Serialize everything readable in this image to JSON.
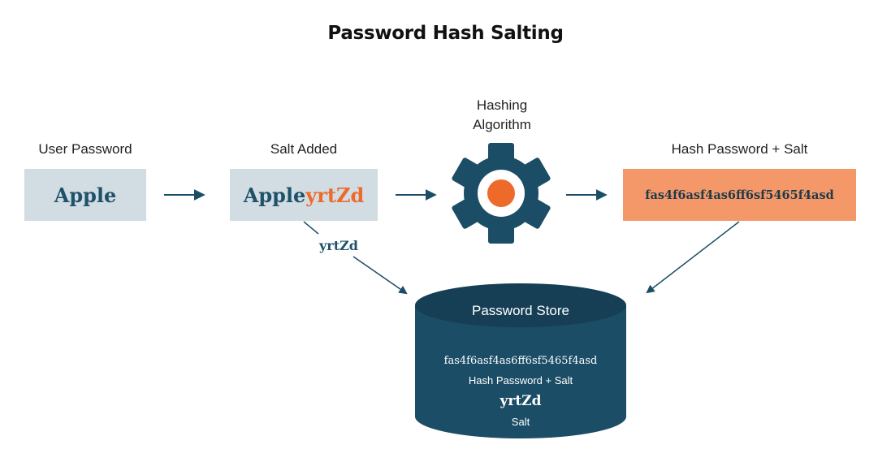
{
  "title": "Password Hash Salting",
  "steps": {
    "user_password": {
      "label": "User Password",
      "value": "Apple"
    },
    "salt_added": {
      "label": "Salt Added",
      "value_base": "Apple",
      "value_salt": "yrtZd"
    },
    "hashing": {
      "label_line1": "Hashing",
      "label_line2": "Algorithm"
    },
    "hash_output": {
      "label": "Hash Password + Salt",
      "value": "fas4f6asf4as6ff6sf5465f4asd"
    }
  },
  "salt_branch": {
    "value": "yrtZd"
  },
  "store": {
    "title": "Password Store",
    "hash_value": "fas4f6asf4as6ff6sf5465f4asd",
    "hash_label": "Hash Password + Salt",
    "salt_value": "yrtZd",
    "salt_label": "Salt"
  },
  "colors": {
    "navy": "#1b4d66",
    "navy_dark": "#163f55",
    "gray_box": "#d1dce3",
    "orange_box": "#f4986a",
    "accent_orange": "#ee6a2a"
  }
}
